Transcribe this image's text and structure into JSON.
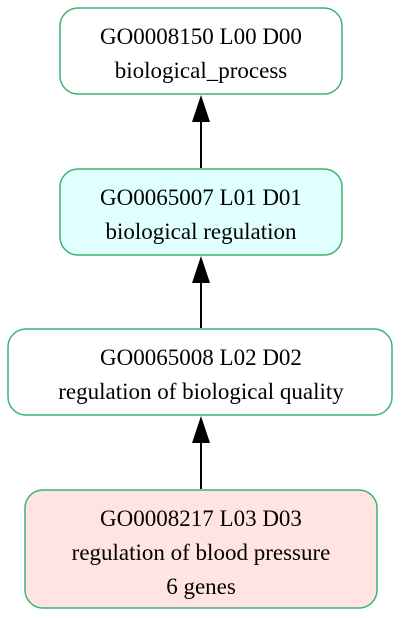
{
  "nodes": [
    {
      "id": "GO0008150",
      "line1": "GO0008150 L00 D00",
      "line2": "biological_process",
      "fill": "#ffffff",
      "stroke": "#3cb371"
    },
    {
      "id": "GO0065007",
      "line1": "GO0065007 L01 D01",
      "line2": "biological regulation",
      "fill": "#e0ffff",
      "stroke": "#3cb371"
    },
    {
      "id": "GO0065008",
      "line1": "GO0065008 L02 D02",
      "line2": "regulation of biological quality",
      "fill": "#ffffff",
      "stroke": "#3cb371"
    },
    {
      "id": "GO0008217",
      "line1": "GO0008217 L03 D03",
      "line2": "regulation of blood pressure",
      "line3": "6 genes",
      "fill": "#ffe4e1",
      "stroke": "#3cb371"
    }
  ],
  "edges": [
    {
      "from": "GO0065007",
      "to": "GO0008150"
    },
    {
      "from": "GO0065008",
      "to": "GO0065007"
    },
    {
      "from": "GO0008217",
      "to": "GO0065008"
    }
  ],
  "colors": {
    "edge": "#000000",
    "node_border": "#3cb371"
  }
}
